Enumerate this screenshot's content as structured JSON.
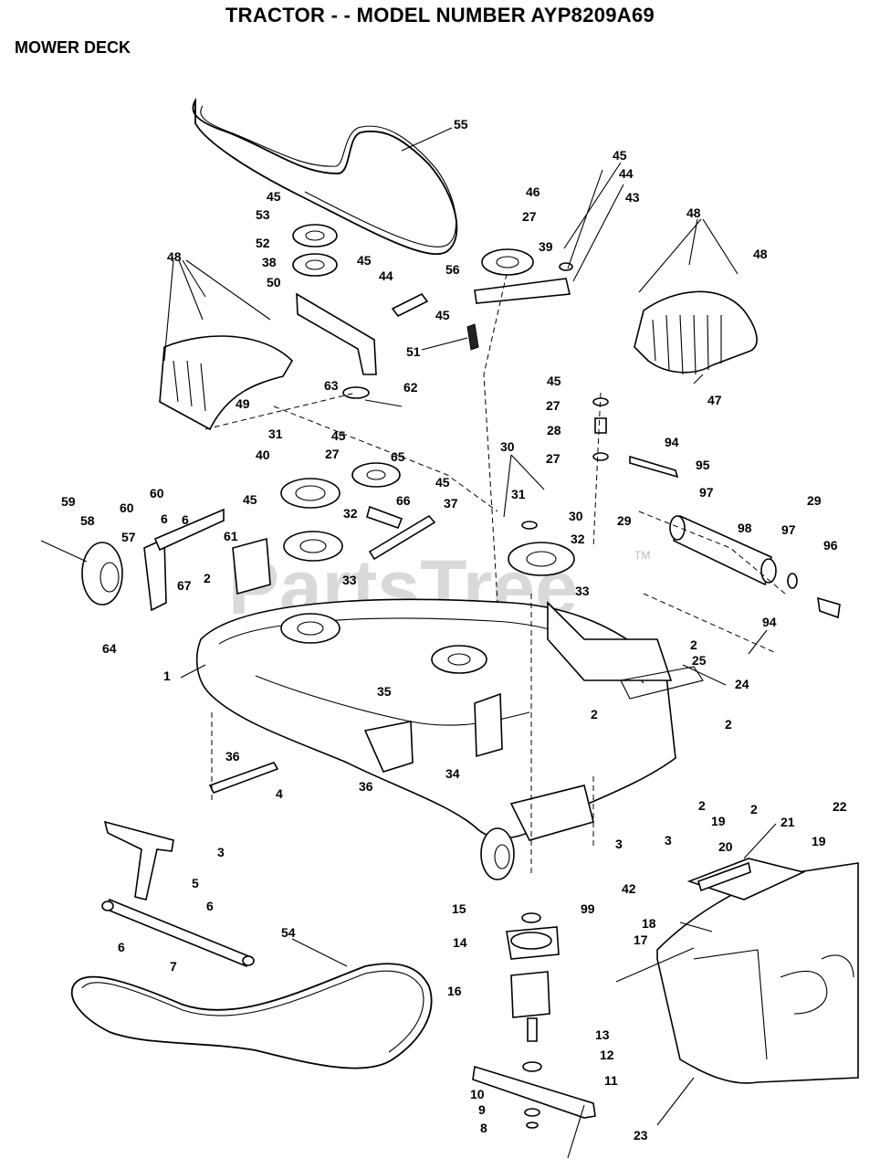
{
  "title": "TRACTOR - - MODEL NUMBER AYP8209A69",
  "subtitle": "MOWER DECK",
  "watermark": "PartsTree",
  "watermark_tm": "TM",
  "callouts": [
    "55",
    "45",
    "53",
    "52",
    "38",
    "50",
    "48",
    "49",
    "63",
    "62",
    "45",
    "44",
    "56",
    "45",
    "51",
    "46",
    "27",
    "39",
    "45",
    "44",
    "43",
    "48",
    "48",
    "47",
    "45",
    "27",
    "28",
    "27",
    "94",
    "95",
    "29",
    "97",
    "98",
    "29",
    "97",
    "96",
    "94",
    "31",
    "40",
    "45",
    "27",
    "65",
    "32",
    "66",
    "45",
    "37",
    "33",
    "30",
    "31",
    "30",
    "32",
    "33",
    "59",
    "58",
    "60",
    "6",
    "60",
    "6",
    "57",
    "45",
    "61",
    "2",
    "67",
    "64",
    "1",
    "35",
    "2",
    "25",
    "24",
    "2",
    "2",
    "36",
    "4",
    "3",
    "34",
    "36",
    "3",
    "3",
    "42",
    "99",
    "2",
    "19",
    "2",
    "21",
    "22",
    "20",
    "19",
    "5",
    "6",
    "6",
    "7",
    "54",
    "15",
    "14",
    "16",
    "17",
    "18",
    "13",
    "12",
    "11",
    "10",
    "9",
    "8",
    "23"
  ]
}
